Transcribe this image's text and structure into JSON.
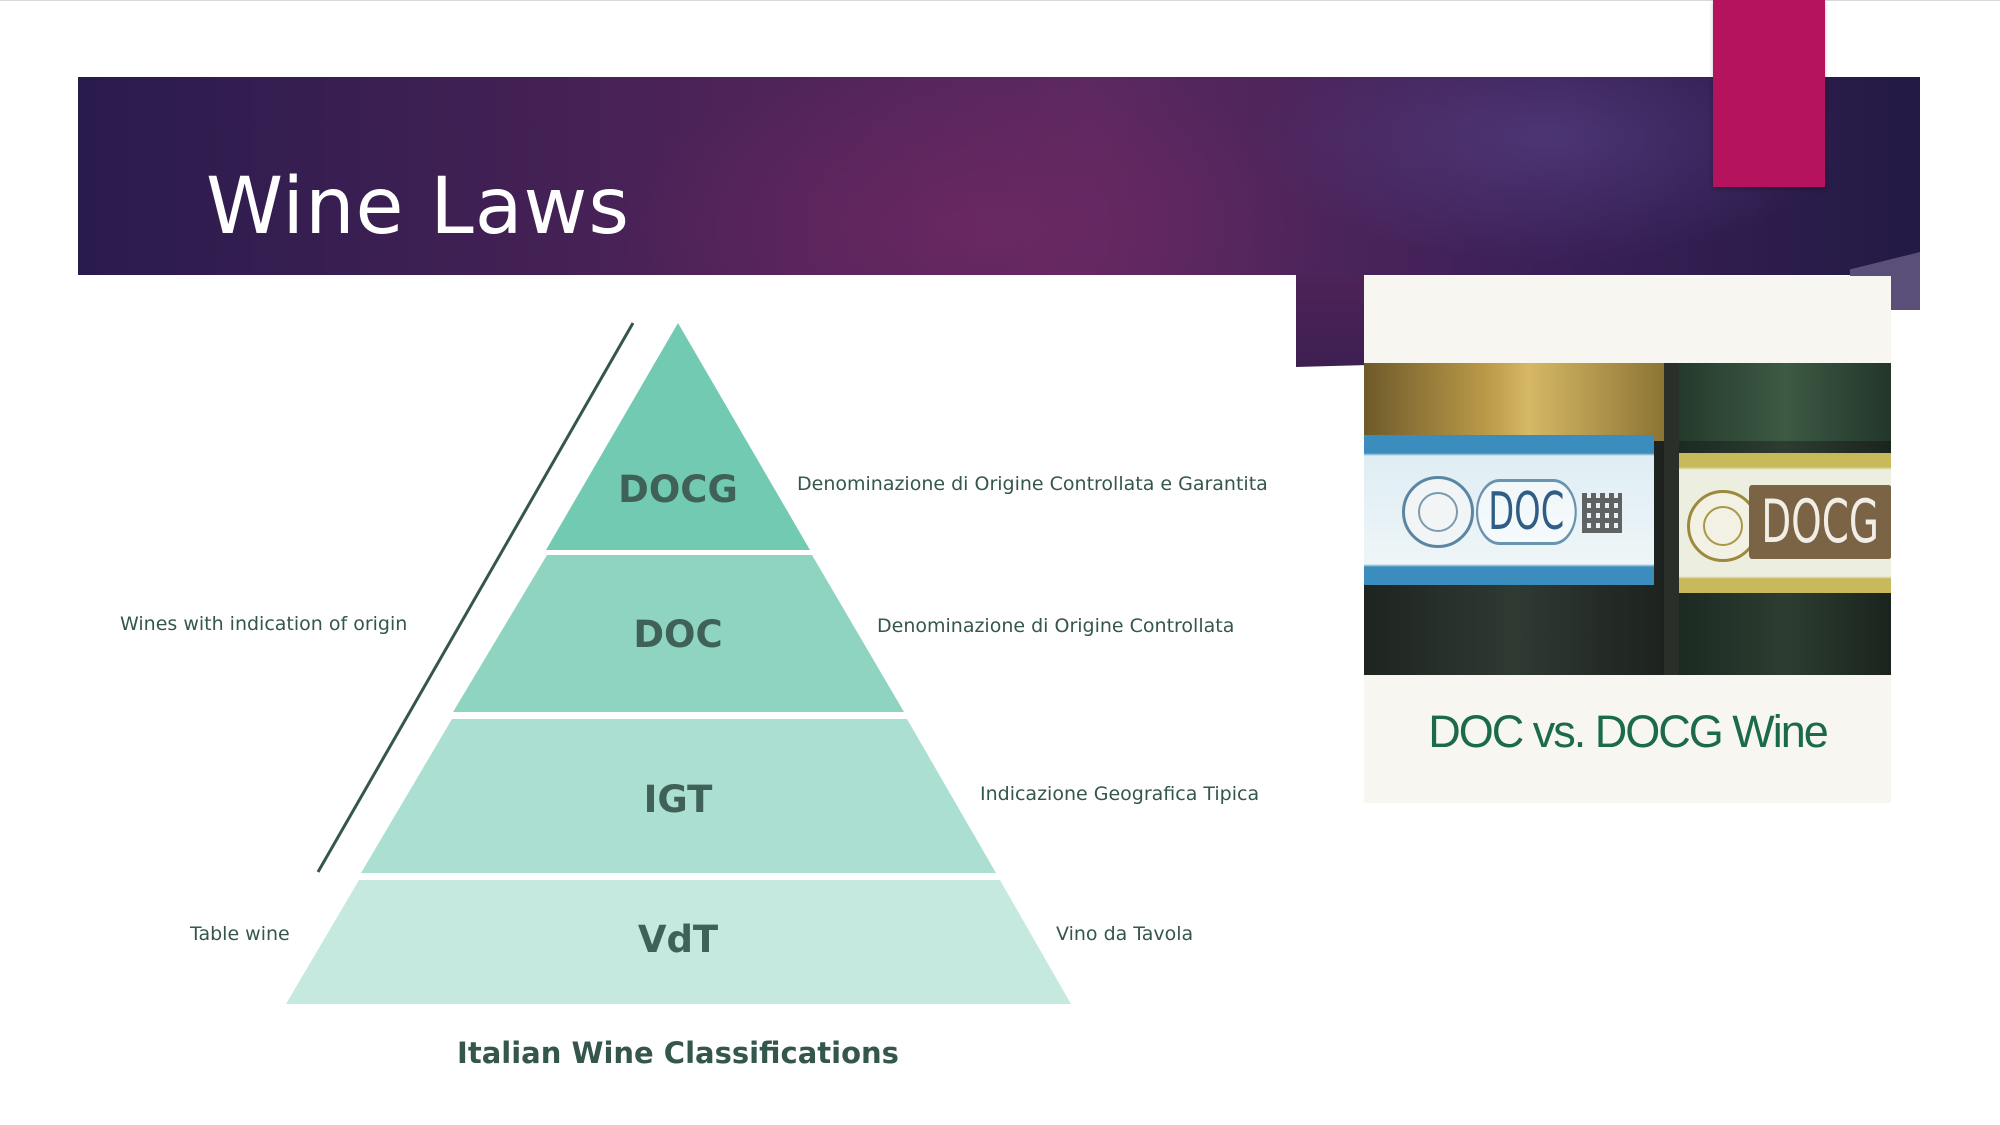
{
  "slide": {
    "title": "Wine Laws"
  },
  "pyramid": {
    "tiers": [
      {
        "code": "DOCG",
        "full_name": "Denominazione di Origine Controllata e Garantita",
        "color": "#72cab2"
      },
      {
        "code": "DOC",
        "full_name": "Denominazione di Origine Controllata",
        "color": "#8ed4c0"
      },
      {
        "code": "IGT",
        "full_name": "Indicazione Geografica Tipica",
        "color": "#abdfd1"
      },
      {
        "code": "VdT",
        "full_name": "Vino da Tavola",
        "color": "#c5e9de"
      }
    ],
    "left_labels": {
      "origin": "Wines with indication of origin",
      "table": "Table wine"
    },
    "caption": "Italian Wine Classifications",
    "text_color": "#34564d"
  },
  "photo": {
    "label_left": "DOC",
    "label_right": "DOCG",
    "caption": "DOC vs. DOCG Wine"
  },
  "colors": {
    "banner": "#4d2358",
    "accent_bar": "#b5135e",
    "caption_green": "#1c6b48"
  }
}
